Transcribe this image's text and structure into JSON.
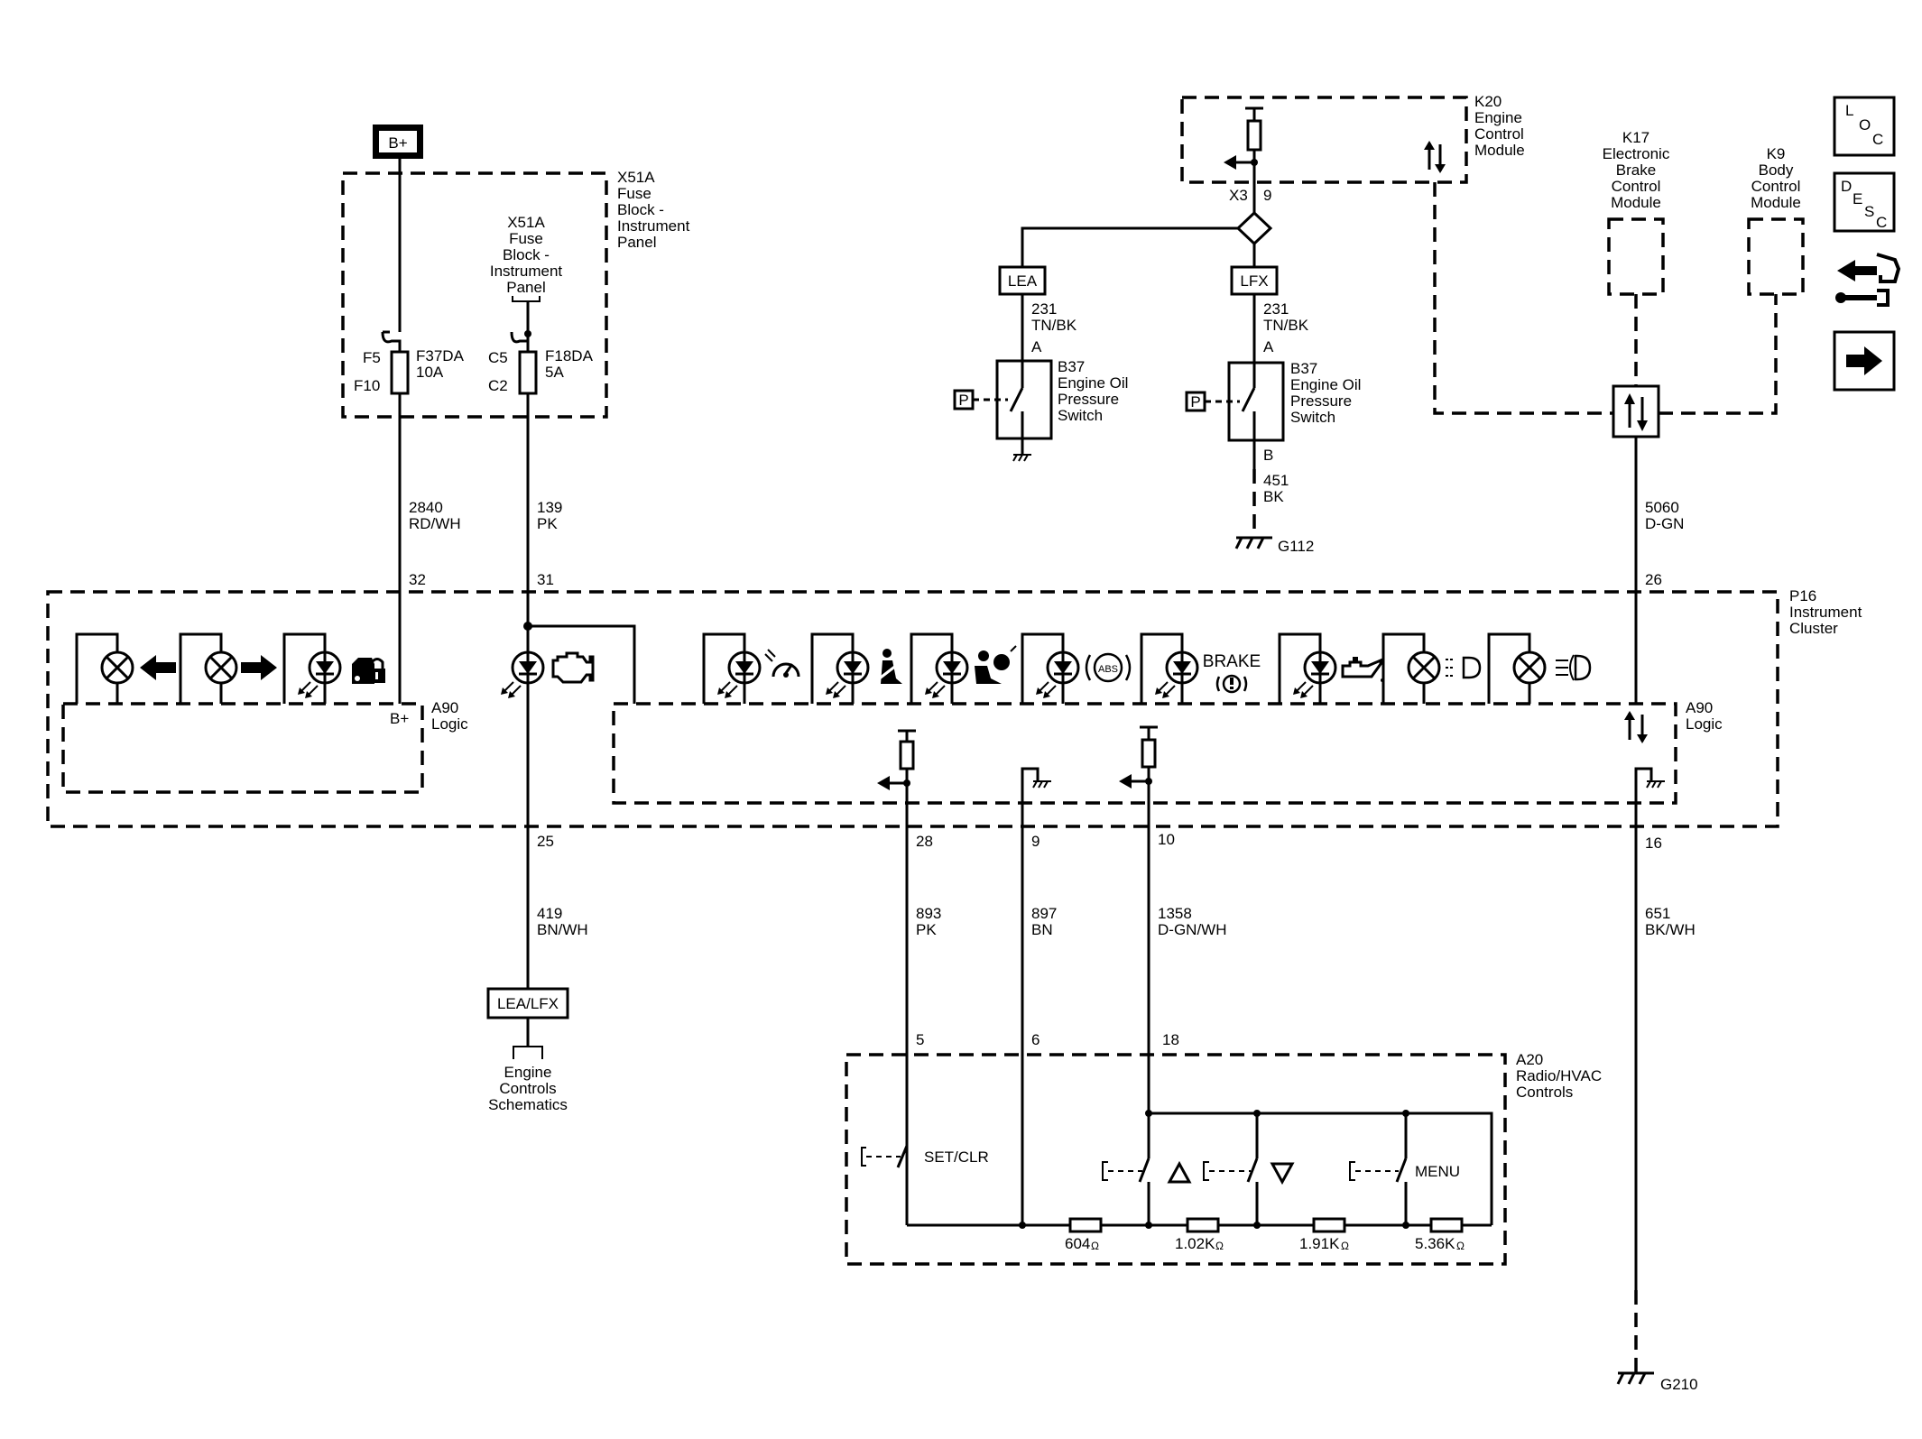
{
  "bplus": "B+",
  "x51a_fuse_block": [
    "X51A",
    "Fuse",
    "Block -",
    "Instrument",
    "Panel"
  ],
  "fuse_f37da": {
    "pin_top": "F5",
    "pin_bottom": "F10",
    "name": "F37DA",
    "rating": "10A"
  },
  "fuse_f18da": {
    "pin_top": "C5",
    "pin_bottom": "C2",
    "name": "F18DA",
    "rating": "5A"
  },
  "wire_2840": {
    "circuit": "2840",
    "color": "RD/WH",
    "pin": "32"
  },
  "wire_139": {
    "circuit": "139",
    "color": "PK",
    "pin": "31"
  },
  "k20": {
    "label": [
      "K20",
      "Engine",
      "Control",
      "Module"
    ],
    "connector": "X3",
    "pin": "9"
  },
  "engine_lea": "LEA",
  "engine_lfx": "LFX",
  "wire_231_left": {
    "circuit": "231",
    "color": "TN/BK",
    "pin": "A"
  },
  "wire_231_right": {
    "circuit": "231",
    "color": "TN/BK",
    "pin": "A"
  },
  "b37_left": [
    "B37",
    "Engine Oil",
    "Pressure",
    "Switch"
  ],
  "b37_right": [
    "B37",
    "Engine Oil",
    "Pressure",
    "Switch"
  ],
  "pressure_symbol": "P",
  "wire_451": {
    "pin": "B",
    "circuit": "451",
    "color": "BK"
  },
  "g112": "G112",
  "k17": [
    "K17",
    "Electronic",
    "Brake",
    "Control",
    "Module"
  ],
  "k9": [
    "K9",
    "Body",
    "Control",
    "Module"
  ],
  "wire_5060": {
    "circuit": "5060",
    "color": "D-GN",
    "pin": "26"
  },
  "p16": [
    "P16",
    "Instrument",
    "Cluster"
  ],
  "a90_left": {
    "bplus": "B+",
    "label": [
      "A90",
      "Logic"
    ]
  },
  "a90_right": [
    "A90",
    "Logic"
  ],
  "indicator_abs": "ABS",
  "indicator_brake": "BRAKE",
  "pins_cluster_bottom": {
    "p25": "25",
    "p28": "28",
    "p9": "9",
    "p10": "10",
    "p16": "16"
  },
  "wire_419": {
    "circuit": "419",
    "color": "BN/WH"
  },
  "wire_893": {
    "circuit": "893",
    "color": "PK"
  },
  "wire_897": {
    "circuit": "897",
    "color": "BN"
  },
  "wire_1358": {
    "circuit": "1358",
    "color": "D-GN/WH"
  },
  "wire_651": {
    "circuit": "651",
    "color": "BK/WH"
  },
  "lea_lfx": "LEA/LFX",
  "engine_controls": [
    "Engine",
    "Controls",
    "Schematics"
  ],
  "a20": {
    "label": [
      "A20",
      "Radio/HVAC",
      "Controls"
    ],
    "pin5": "5",
    "pin6": "6",
    "pin18": "18"
  },
  "switch_set_clr": "SET/CLR",
  "switch_menu": "MENU",
  "resistors": [
    "604",
    "1.02K",
    "1.91K",
    "5.36K"
  ],
  "ohm": "Ω",
  "g210": "G210",
  "nav_loc": {
    "l": "L",
    "o": "O",
    "c": "C"
  },
  "nav_desc": {
    "d": "D",
    "e": "E",
    "s": "S",
    "c": "C"
  }
}
